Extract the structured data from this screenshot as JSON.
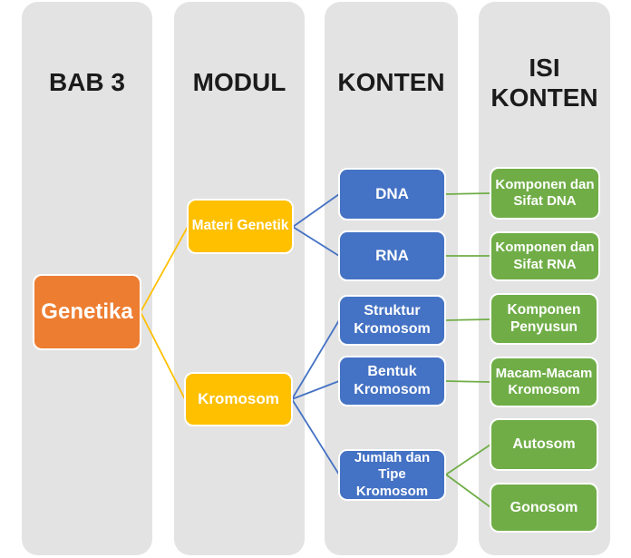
{
  "colors": {
    "column_bg": "#E3E3E3",
    "header_text": "#1B1B1B",
    "orange": "#ED7D31",
    "gold": "#FFC000",
    "blue": "#4472C4",
    "green": "#70AD47",
    "box_text": "#FFFFFF",
    "line_gold": "#FFC000",
    "line_blue": "#4472C4",
    "line_green": "#70AD47"
  },
  "columns": [
    {
      "header": "BAB 3"
    },
    {
      "header": "MODUL"
    },
    {
      "header": "KONTEN"
    },
    {
      "header": "ISI KONTEN"
    }
  ],
  "nodes": {
    "genetika": {
      "label": "Genetika",
      "color": "#ED7D31"
    },
    "materi_genetik": {
      "label": "Materi Genetik",
      "color": "#FFC000"
    },
    "kromosom": {
      "label": "Kromosom",
      "color": "#FFC000"
    },
    "dna": {
      "label": "DNA",
      "color": "#4472C4"
    },
    "rna": {
      "label": "RNA",
      "color": "#4472C4"
    },
    "struktur_kromosom": {
      "label": "Struktur Kromosom",
      "color": "#4472C4"
    },
    "bentuk_kromosom": {
      "label": "Bentuk Kromosom",
      "color": "#4472C4"
    },
    "jumlah_tipe_kromosom": {
      "label": "Jumlah dan Tipe Kromosom",
      "color": "#4472C4"
    },
    "komponen_sifat_dna": {
      "label": "Komponen dan Sifat DNA",
      "color": "#70AD47"
    },
    "komponen_sifat_rna": {
      "label": "Komponen dan Sifat RNA",
      "color": "#70AD47"
    },
    "komponen_penyusun": {
      "label": "Komponen Penyusun",
      "color": "#70AD47"
    },
    "macam_macam_kromosom": {
      "label": "Macam-Macam Kromosom",
      "color": "#70AD47"
    },
    "autosom": {
      "label": "Autosom",
      "color": "#70AD47"
    },
    "gonosom": {
      "label": "Gonosom",
      "color": "#70AD47"
    }
  },
  "edges": [
    {
      "from": "genetika",
      "to": "materi_genetik",
      "color": "#FFC000"
    },
    {
      "from": "genetika",
      "to": "kromosom",
      "color": "#FFC000"
    },
    {
      "from": "materi_genetik",
      "to": "dna",
      "color": "#4472C4"
    },
    {
      "from": "materi_genetik",
      "to": "rna",
      "color": "#4472C4"
    },
    {
      "from": "kromosom",
      "to": "struktur_kromosom",
      "color": "#4472C4"
    },
    {
      "from": "kromosom",
      "to": "bentuk_kromosom",
      "color": "#4472C4"
    },
    {
      "from": "kromosom",
      "to": "jumlah_tipe_kromosom",
      "color": "#4472C4"
    },
    {
      "from": "dna",
      "to": "komponen_sifat_dna",
      "color": "#70AD47"
    },
    {
      "from": "rna",
      "to": "komponen_sifat_rna",
      "color": "#70AD47"
    },
    {
      "from": "struktur_kromosom",
      "to": "komponen_penyusun",
      "color": "#70AD47"
    },
    {
      "from": "bentuk_kromosom",
      "to": "macam_macam_kromosom",
      "color": "#70AD47"
    },
    {
      "from": "jumlah_tipe_kromosom",
      "to": "autosom",
      "color": "#70AD47"
    },
    {
      "from": "jumlah_tipe_kromosom",
      "to": "gonosom",
      "color": "#70AD47"
    }
  ]
}
